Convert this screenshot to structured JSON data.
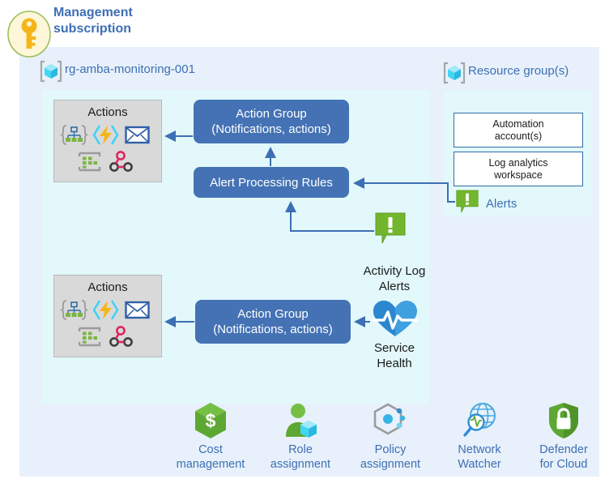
{
  "management": {
    "title": "Management\nsubscription",
    "title_line1": "Management",
    "title_line2": "subscription",
    "key_icon": "key-icon"
  },
  "resource_group": {
    "name": "rg-amba-monitoring-001",
    "icon": "resource-group-cube-icon"
  },
  "resource_groups_panel": {
    "title": "Resource group(s)",
    "icon": "resource-group-cube-icon",
    "items": [
      {
        "label": "Automation\naccount(s)",
        "line1": "Automation",
        "line2": "account(s)"
      },
      {
        "label": "Log analytics\nworkspace",
        "line1": "Log analytics",
        "line2": "workspace"
      }
    ],
    "alerts_label": "Alerts",
    "alerts_icon": "alert-exclamation-icon"
  },
  "actions_boxes": [
    {
      "title": "Actions",
      "icons": [
        "arm-template-icon",
        "azure-functions-icon",
        "email-envelope-icon",
        "automation-runbook-icon",
        "webhook-icon"
      ]
    },
    {
      "title": "Actions",
      "icons": [
        "arm-template-icon",
        "azure-functions-icon",
        "email-envelope-icon",
        "automation-runbook-icon",
        "webhook-icon"
      ]
    }
  ],
  "flow": {
    "action_group_top": {
      "line1": "Action Group",
      "line2": "(Notifications, actions)"
    },
    "alert_processing_rules": "Alert Processing Rules",
    "action_group_bottom": {
      "line1": "Action Group",
      "line2": "(Notifications, actions)"
    },
    "activity_log_alerts": {
      "line1": "Activity Log",
      "line2": "Alerts",
      "icon": "alert-exclamation-icon"
    },
    "service_health": {
      "line1": "Service",
      "line2": "Health",
      "icon": "service-health-heart-icon"
    }
  },
  "governance_items": [
    {
      "label_line1": "Cost",
      "label_line2": "management",
      "icon": "cost-management-icon"
    },
    {
      "label_line1": "Role",
      "label_line2": "assignment",
      "icon": "role-assignment-icon"
    },
    {
      "label_line1": "Policy",
      "label_line2": "assignment",
      "icon": "policy-assignment-icon"
    },
    {
      "label_line1": "Network",
      "label_line2": "Watcher",
      "icon": "network-watcher-icon"
    },
    {
      "label_line1": "Defender",
      "label_line2": "for Cloud",
      "icon": "defender-for-cloud-icon"
    }
  ],
  "colors": {
    "azure_blue": "#3d6fb4",
    "box_blue": "#4472b4",
    "outer_panel": "#e8f1fb",
    "inner_panel": "#e2f8fb",
    "actions_gray": "#d9d9d9",
    "alert_green": "#7ab800",
    "connector": "#3d6fb4"
  }
}
